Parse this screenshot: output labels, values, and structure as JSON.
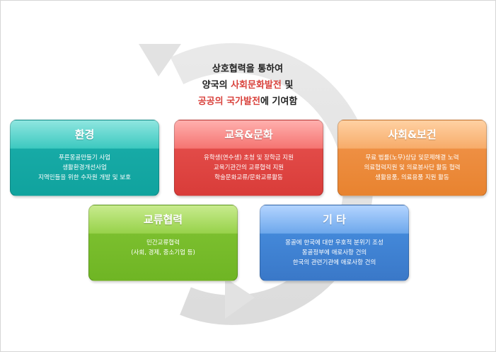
{
  "intro": {
    "line1": "상호협력을 통하여",
    "line2_pre": "양국의 ",
    "line2_hl": "사회문화발전",
    "line2_post": " 및",
    "line3_hl": "공공의 국가발전",
    "line3_post": "에 기여함"
  },
  "boxes": {
    "environment": {
      "title": "환경",
      "items": [
        "푸른몽골만들기 사업",
        "생활환경개선사업",
        "지역민들을 위한 수자원 개발 및 보호"
      ]
    },
    "education": {
      "title": "교육&문화",
      "items": [
        "유학생(연수생) 초청 및 장학금 지원",
        "교육기관간의 교류협력 지원",
        "학술문화교류/문화교류활동"
      ]
    },
    "social": {
      "title": "사회&보건",
      "items": [
        "무료 법률(노무)상담 및문제해결 노력",
        "의료협력지원 및 의료봉사단 활동 협력",
        "생활용품, 의료용품 지원 활동"
      ]
    },
    "exchange": {
      "title": "교류협력",
      "items": [
        "민간교류협력",
        "(사회, 경제, 중소기업 등)"
      ]
    },
    "etc": {
      "title": "기 타",
      "items": [
        "몽골에 한국에 대한 우호적 분위기 조성",
        "몽골정부에 애로사항 건의",
        "한국의 관련기관에 애로사항 건의"
      ]
    }
  },
  "colors": {
    "environment": "#17aaa6",
    "education": "#e24b48",
    "social": "#ee8f43",
    "exchange": "#7bbf2e",
    "etc": "#4388d9",
    "highlight": "#d9423c",
    "cycle_arrow": "#e3e3e3"
  }
}
